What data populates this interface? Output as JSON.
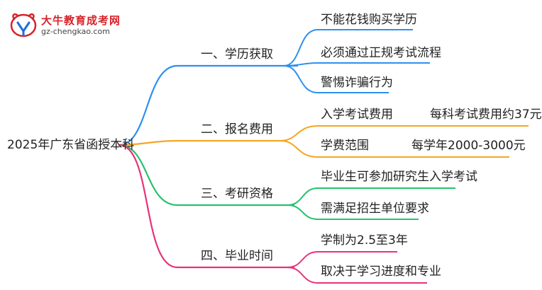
{
  "brand": {
    "name": "大牛教育成考网",
    "url": "gz-chengkao.com",
    "colors": {
      "red": "#d8232a",
      "blue": "#1e6fd9"
    }
  },
  "mindmap": {
    "root": "2025年广东省函授本科",
    "branches": [
      {
        "label": "一、学历获取",
        "color": "#2e8ff0",
        "leaves": [
          {
            "label": "不能花钱购买学历"
          },
          {
            "label": "必须通过正规考试流程"
          },
          {
            "label": "警惕诈骗行为"
          }
        ]
      },
      {
        "label": "二、报名费用",
        "color": "#f5a623",
        "leaves": [
          {
            "label": "入学考试费用",
            "note": "每科考试费用约37元"
          },
          {
            "label": "学费范围",
            "note": "每学年2000-3000元"
          }
        ]
      },
      {
        "label": "三、考研资格",
        "color": "#27c26c",
        "leaves": [
          {
            "label": "毕业生可参加研究生入学考试"
          },
          {
            "label": "需满足招生单位要求"
          }
        ]
      },
      {
        "label": "四、毕业时间",
        "color": "#e8327a",
        "leaves": [
          {
            "label": "学制为2.5至3年"
          },
          {
            "label": "取决于学习进度和专业"
          }
        ]
      }
    ]
  }
}
